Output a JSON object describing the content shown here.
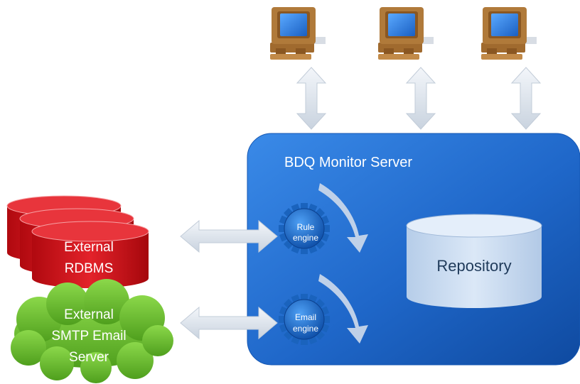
{
  "server": {
    "title": "BDQ Monitor Server"
  },
  "repository": {
    "label": "Repository"
  },
  "rule_engine": {
    "line1": "Rule",
    "line2": "engine"
  },
  "email_engine": {
    "line1": "Email",
    "line2": "engine"
  },
  "rdbms": {
    "line1": "External",
    "line2": "RDBMS"
  },
  "smtp": {
    "line1": "External",
    "line2": "SMTP Email",
    "line3": "Server"
  },
  "colors": {
    "server_box": "#1f67c9",
    "server_box_light": "#4a9bf0",
    "repository": "#c9dcf3",
    "database": "#d8141c",
    "cloud": "#6cc02f",
    "gear": "#1d6ec9",
    "arrow": "#dfe6ef",
    "monitor_body": "#b07a3a",
    "monitor_screen": "#2f7fe0"
  },
  "icons": {
    "clients": [
      "computer-icon",
      "computer-icon",
      "computer-icon"
    ],
    "engines": [
      "gear-icon",
      "gear-icon"
    ]
  }
}
